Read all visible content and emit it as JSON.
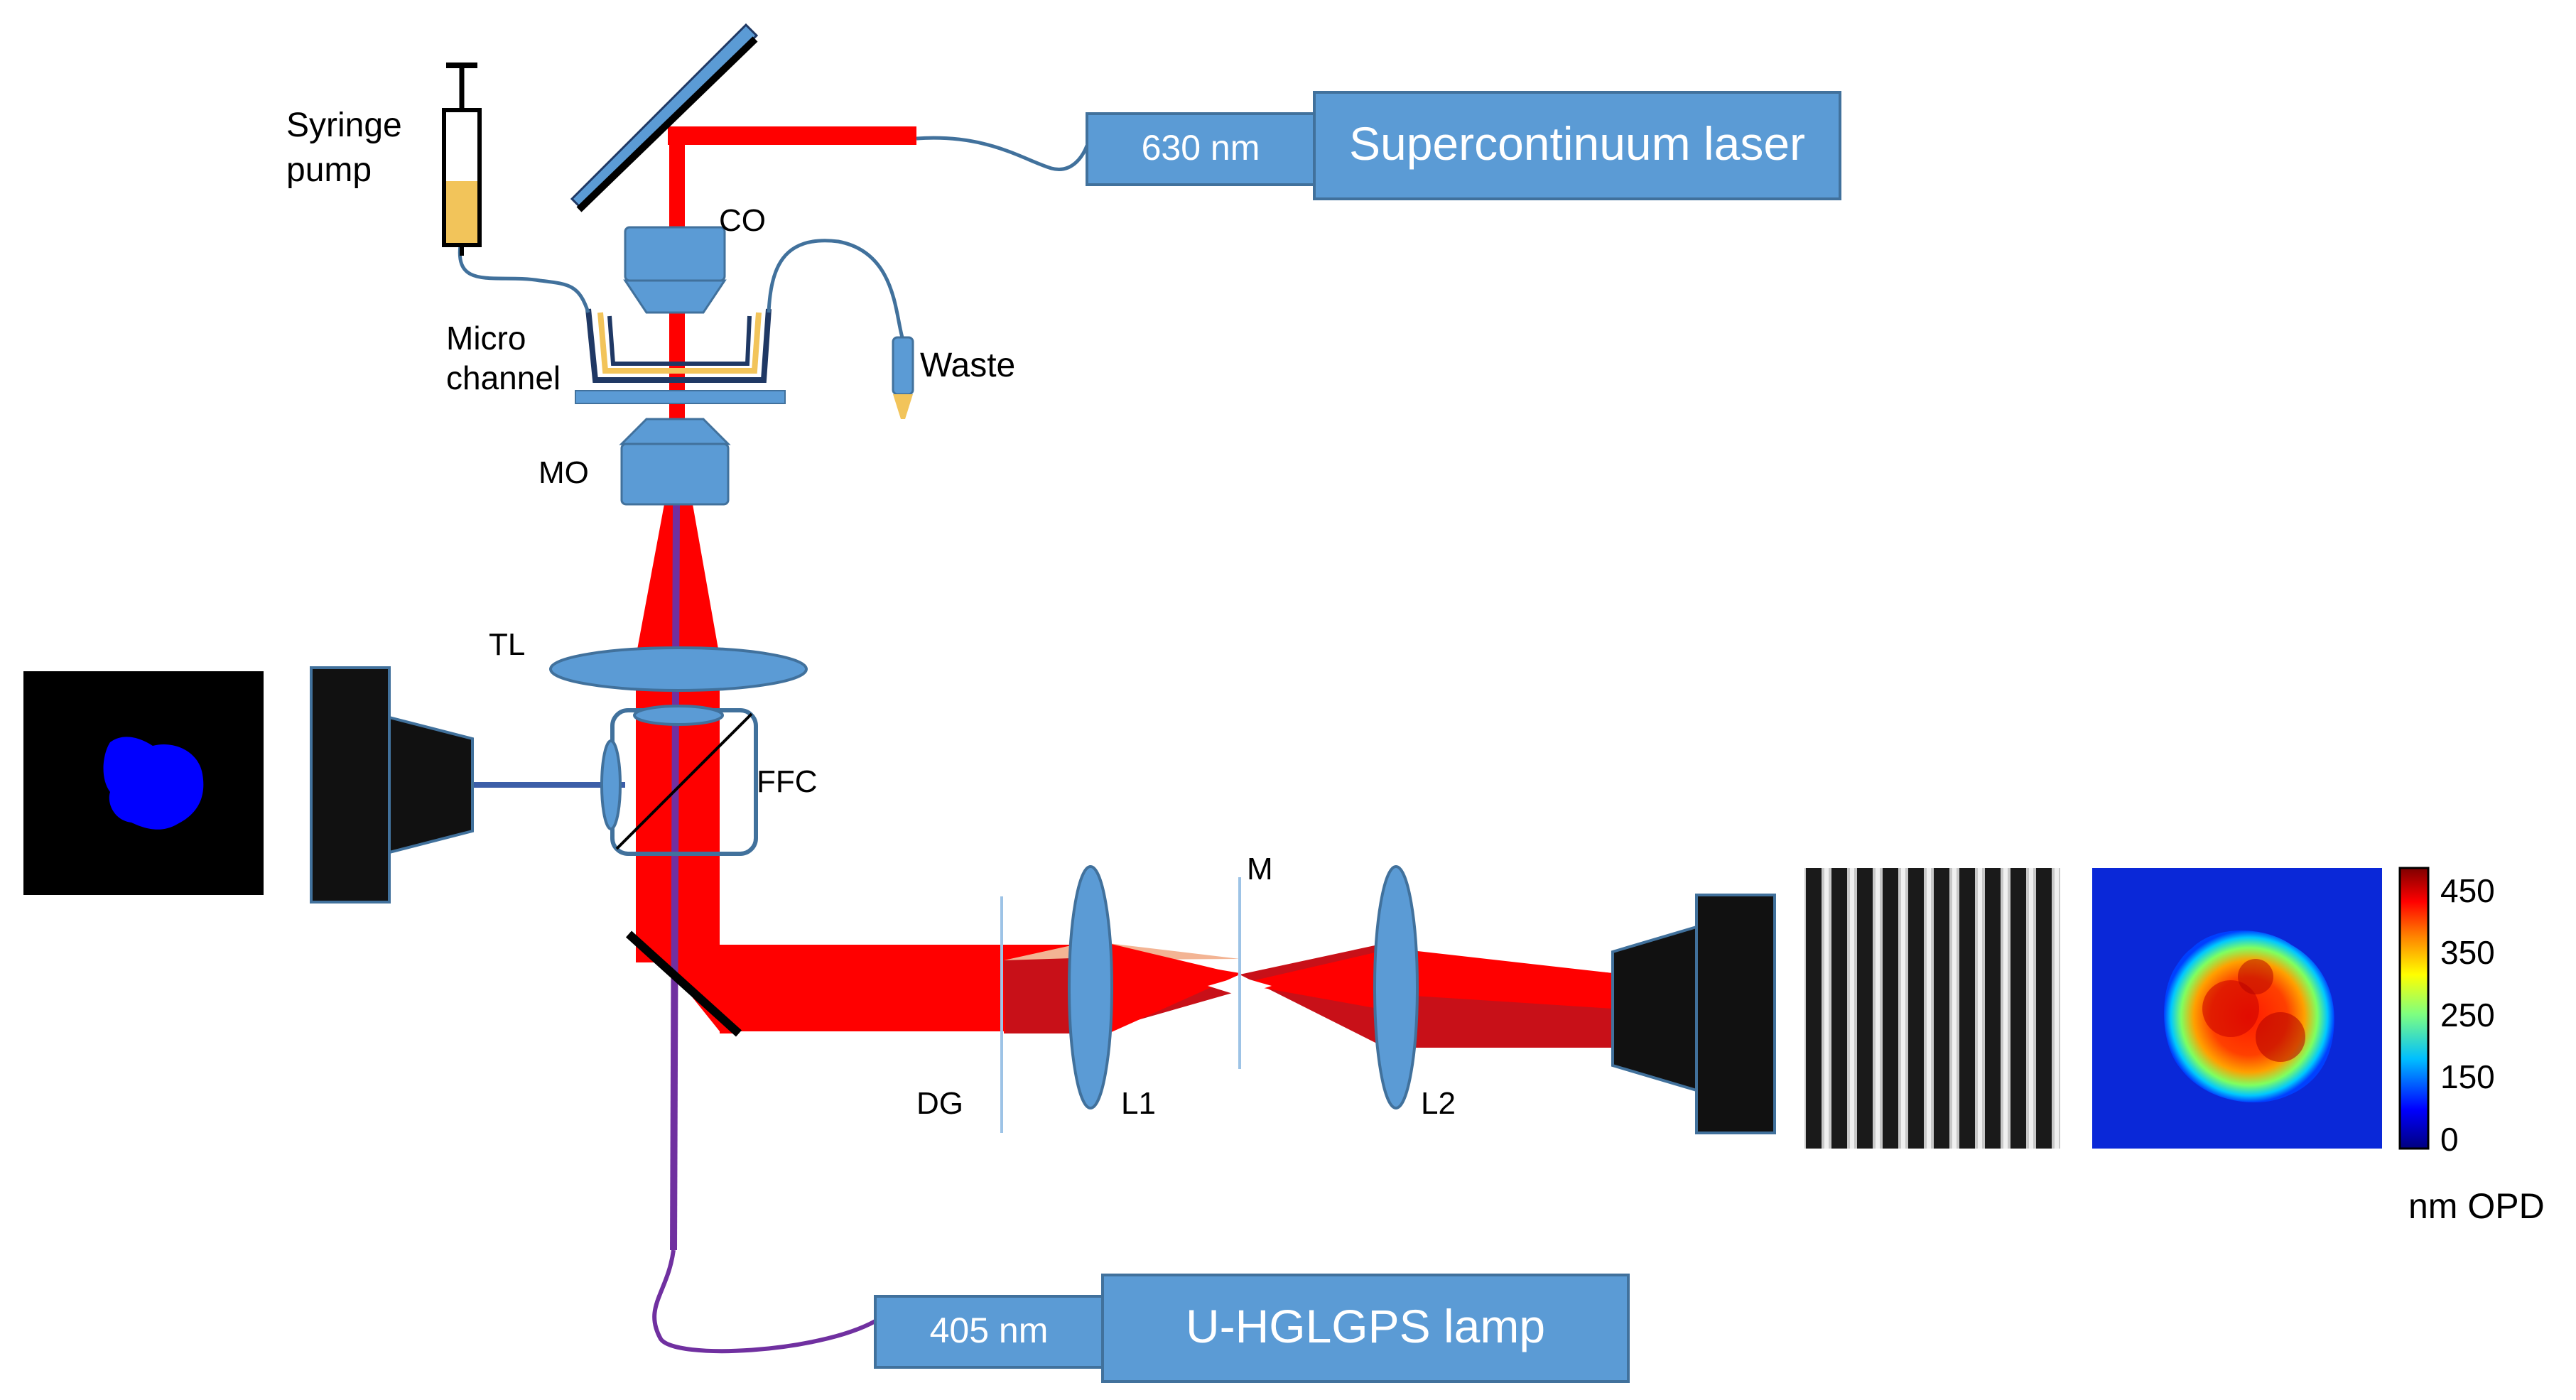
{
  "colors": {
    "beam_red": "#ff0000",
    "beam_dark_red": "#c81018",
    "beam_peach": "#f3b494",
    "fluor_violet": "#7030a0",
    "component_blue": "#5b9bd5",
    "component_stroke": "#41719c",
    "camera_black": "#111111",
    "fluor_blob": "#0000ff",
    "syringe_fluid": "#f2c45a",
    "grating_line": "#9dc3e6"
  },
  "labels": {
    "syringe_pump": "Syringe pump",
    "co": "CO",
    "waste": "Waste",
    "micro_channel": "Micro channel",
    "mo": "MO",
    "tl": "TL",
    "ffc": "FFC",
    "m": "M",
    "dg": "DG",
    "l1": "L1",
    "l2": "L2",
    "unit": "nm OPD"
  },
  "sources": {
    "laser": {
      "wavelength": "630 nm",
      "name": "Supercontinuum laser"
    },
    "lamp": {
      "wavelength": "405 nm",
      "name": "U-HGLGPS lamp"
    }
  },
  "colorbar": {
    "ticks": [
      "450",
      "350",
      "250",
      "150",
      "0"
    ],
    "gradient_stops": [
      "#00007f",
      "#0000ff",
      "#00bfff",
      "#7fff7f",
      "#ffff00",
      "#ff7f00",
      "#ff0000",
      "#7f0000"
    ]
  },
  "icons": {
    "camera": "camera-icon",
    "syringe": "syringe-icon",
    "pipette": "pipette-icon"
  }
}
